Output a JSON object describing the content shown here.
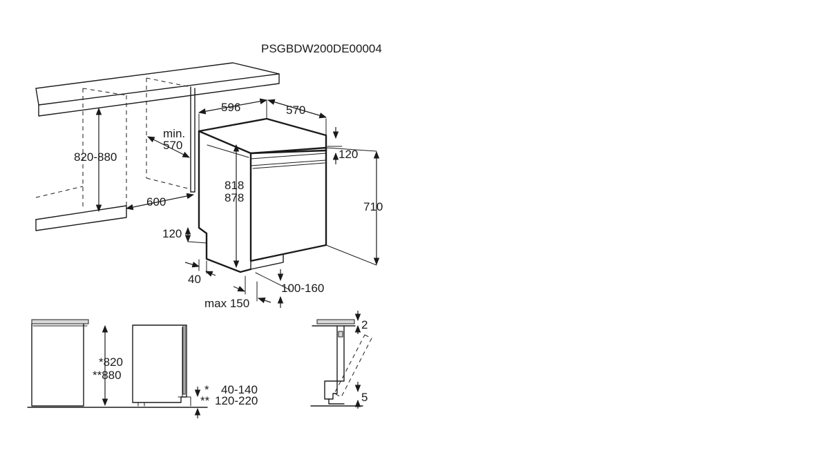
{
  "code": "PSGBDW200DE00004",
  "dims": {
    "d596": "596",
    "d570": "570",
    "min": "min.",
    "min570": "570",
    "d820_880": "820-880",
    "d600": "600",
    "d818": "818",
    "d878": "878",
    "d120_top": "120",
    "d710": "710",
    "d120_side": "120",
    "d40": "40",
    "d100_160": "100-160",
    "max150": "max 150",
    "s820": "*820",
    "s880": "**880",
    "star1": "*",
    "star2": "**",
    "r40_140": "40-140",
    "r120_220": "120-220",
    "d2": "2",
    "d5": "5"
  }
}
